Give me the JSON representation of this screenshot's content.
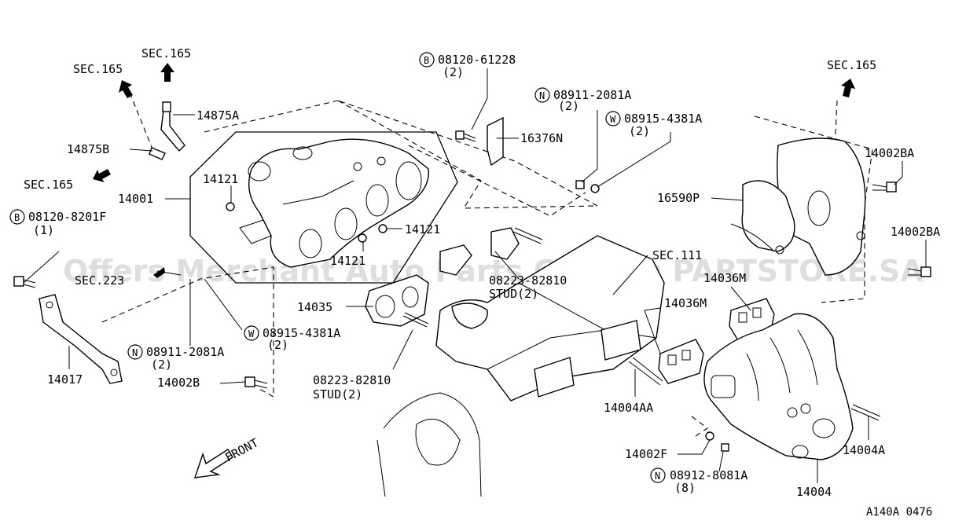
{
  "labels": {
    "sec165_top": "SEC.165",
    "sec165_left": "SEC.165",
    "sec165_left2": "SEC.165",
    "sec165_right": "SEC.165",
    "sec223": "SEC.223",
    "sec111": "SEC.111",
    "p14875A": "14875A",
    "p14875B": "14875B",
    "p14001": "14001",
    "p14121_a": "14121",
    "p14121_b": "14121",
    "p14121_c": "14121",
    "p08120_8201F": "08120-8201F",
    "p08120_8201F_qty": "(1)",
    "p08120_61228": "08120-61228",
    "p08120_61228_qty": "(2)",
    "p08911_2081A_top": "08911-2081A",
    "p08911_2081A_top_qty": "(2)",
    "p08915_4381A_top": "08915-4381A",
    "p08915_4381A_top_qty": "(2)",
    "p16376N": "16376N",
    "p16590P": "16590P",
    "p14002BA_a": "14002BA",
    "p14002BA_b": "14002BA",
    "p14036M_a": "14036M",
    "p14036M_b": "14036M",
    "p08223_82810_a": "08223-82810",
    "stud_a": "STUD(2)",
    "p08223_82810_b": "08223-82810",
    "stud_b": "STUD(2)",
    "p14035": "14035",
    "p08915_4381A_bot": "08915-4381A",
    "p08915_4381A_bot_qty": "(2)",
    "p08911_2081A_bot": "08911-2081A",
    "p08911_2081A_bot_qty": "(2)",
    "p14017": "14017",
    "p14002B": "14002B",
    "p14004AA": "14004AA",
    "p14002F": "14002F",
    "p08912_8081A": "08912-8081A",
    "p08912_8081A_qty": "(8)",
    "p14004A": "14004A",
    "p14004": "14004",
    "front": "FRONT",
    "figure_code": "A140A 0476"
  },
  "markers": {
    "bolt": "B",
    "nut": "N",
    "washer": "W"
  },
  "watermark": "Offers Merchant Auto Parts Catalog PARTSTORE.SA"
}
